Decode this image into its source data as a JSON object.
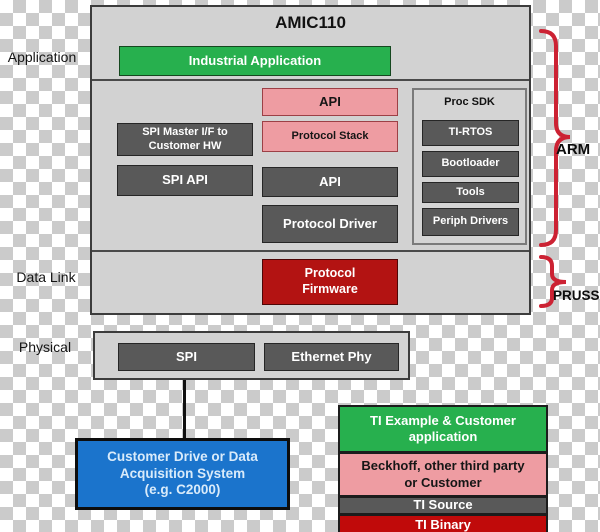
{
  "title": "AMIC110",
  "layer_labels": {
    "application": "Application",
    "data_link": "Data Link",
    "physical": "Physical"
  },
  "main_box": {
    "industrial_application": "Industrial Application",
    "spi_master": "SPI Master I/F to\nCustomer HW",
    "spi_api": "SPI API",
    "api_pink": "API",
    "protocol_stack": "Protocol Stack",
    "api_gray": "API",
    "protocol_driver": "Protocol Driver",
    "proc_sdk": {
      "title": "Proc SDK",
      "items": [
        "TI-RTOS",
        "Bootloader",
        "Tools",
        "Periph Drivers"
      ]
    },
    "protocol_firmware": "Protocol\nFirmware"
  },
  "physical_box": {
    "spi": "SPI",
    "ethernet_phy": "Ethernet Phy"
  },
  "customer_box": "Customer Drive or Data\nAcquisition System\n(e.g. C2000)",
  "braces": {
    "arm": "ARM",
    "pruss": "PRUSS"
  },
  "legend": {
    "items": [
      {
        "label": "TI Example & Customer\napplication",
        "color": "#27b04e"
      },
      {
        "label": "Beckhoff, other third party\nor Customer",
        "color": "#ee9ca2"
      },
      {
        "label": "TI Source",
        "color": "#595959"
      },
      {
        "label": "TI Binary",
        "color": "#c00a0a"
      }
    ]
  },
  "colors": {
    "green": "#27b04e",
    "pink": "#ee9ca2",
    "dark_gray": "#595959",
    "dark_red": "#b31312",
    "legend_red": "#c00a0a",
    "blue": "#1b74cc",
    "panel_gray": "#d2d2d2",
    "brace_red": "#cc2233"
  }
}
